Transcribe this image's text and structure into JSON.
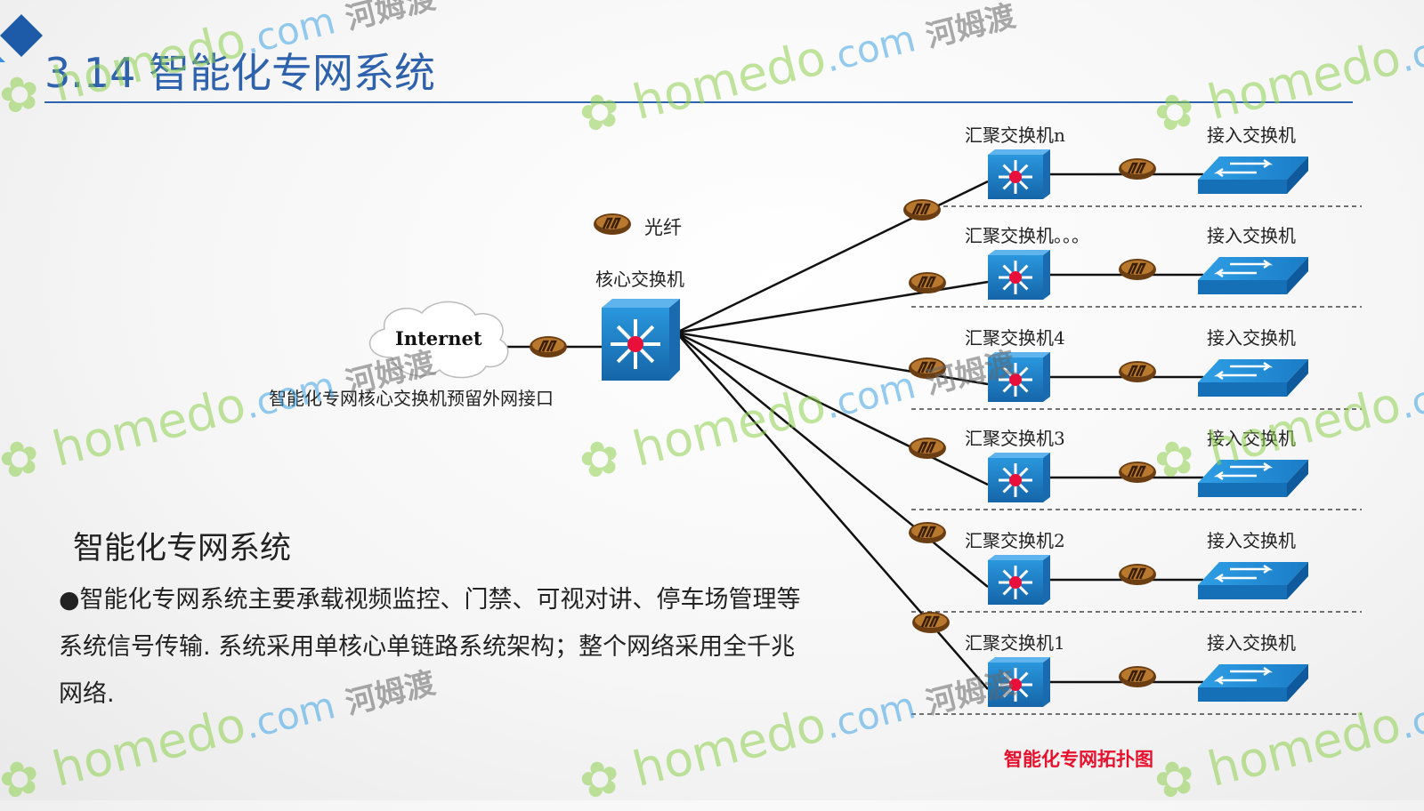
{
  "slide": {
    "title": "3.14 智能化专网系统",
    "section_title": "智能化专网系统",
    "body": "●智能化专网系统主要承载视频监控、门禁、可视对讲、停车场管理等系统信号传输. 系统采用单核心单链路系统架构；整个网络采用全千兆网络."
  },
  "diagram": {
    "legend_fiber": "光纤",
    "cloud_label": "Internet",
    "core_label": "核心交换机",
    "core_note": "智能化专网核心交换机预留外网接口",
    "caption": "智能化专网拓扑图",
    "rows": [
      {
        "agg": "汇聚交换机n",
        "access": "接入交换机"
      },
      {
        "agg": "汇聚交换机。。。",
        "access": "接入交换机"
      },
      {
        "agg": "汇聚交换机4",
        "access": "接入交换机"
      },
      {
        "agg": "汇聚交换机3",
        "access": "接入交换机"
      },
      {
        "agg": "汇聚交换机2",
        "access": "接入交换机"
      },
      {
        "agg": "汇聚交换机1",
        "access": "接入交换机"
      }
    ],
    "edges": [
      {
        "from": "核心交换机",
        "to": "汇聚交换机n"
      },
      {
        "from": "核心交换机",
        "to": "汇聚交换机。。。"
      },
      {
        "from": "核心交换机",
        "to": "汇聚交换机4"
      },
      {
        "from": "核心交换机",
        "to": "汇聚交换机3"
      },
      {
        "from": "核心交换机",
        "to": "汇聚交换机2"
      },
      {
        "from": "核心交换机",
        "to": "汇聚交换机1"
      },
      {
        "from": "Internet",
        "to": "核心交换机"
      }
    ]
  },
  "watermark": {
    "brand": "homedo",
    "domain": ".com",
    "cn": "河姆渡"
  },
  "colors": {
    "title": "#2f62ad",
    "caption": "#e8102c",
    "switch": "#1b7fc4",
    "fiber": "#8b5a1e"
  }
}
